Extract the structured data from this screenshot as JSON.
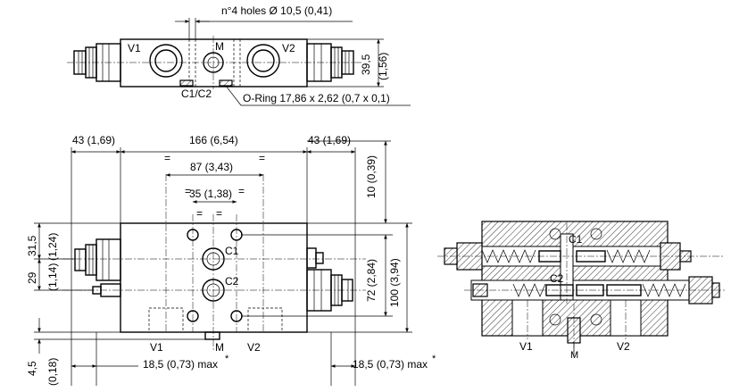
{
  "top_view": {
    "holes_note": "n°4 holes Ø 10,5 (0,41)",
    "port_v1": "V1",
    "port_v2": "V2",
    "port_m": "M",
    "port_c1c2": "C1/C2",
    "oring_note": "O-Ring 17,86 x 2,62 (0,7 x 0,1)",
    "height_mm": "39,5",
    "height_in": "(1,56)"
  },
  "front_view": {
    "dim_left": "43 (1,69)",
    "dim_total": "166 (6,54)",
    "dim_right": "43 (1,69)",
    "dim_holes": "87 (3,43)",
    "dim_ports": "35 (1,38)",
    "eq_mark": "=",
    "dim_top_offset": "10 (0,39)",
    "dim_hole_spacing": "72 (2,84)",
    "dim_height": "100 (3,94)",
    "dim_upper_mm": "31,5",
    "dim_upper_in": "(1,24)",
    "dim_lower_mm": "29",
    "dim_lower_in": "(1,14)",
    "dim_foot_mm": "4,5",
    "dim_foot_in": "(0,18)",
    "dim_max_left": "18,5 (0,73) max",
    "dim_max_right": "18,5 (0,73) max",
    "asterisk": "*",
    "port_c1": "C1",
    "port_c2": "C2",
    "port_v1": "V1",
    "port_v2": "V2",
    "port_m": "M"
  },
  "section_view": {
    "port_c1": "C1",
    "port_c2": "C2",
    "port_v1": "V1",
    "port_v2": "V2",
    "port_m": "M"
  }
}
